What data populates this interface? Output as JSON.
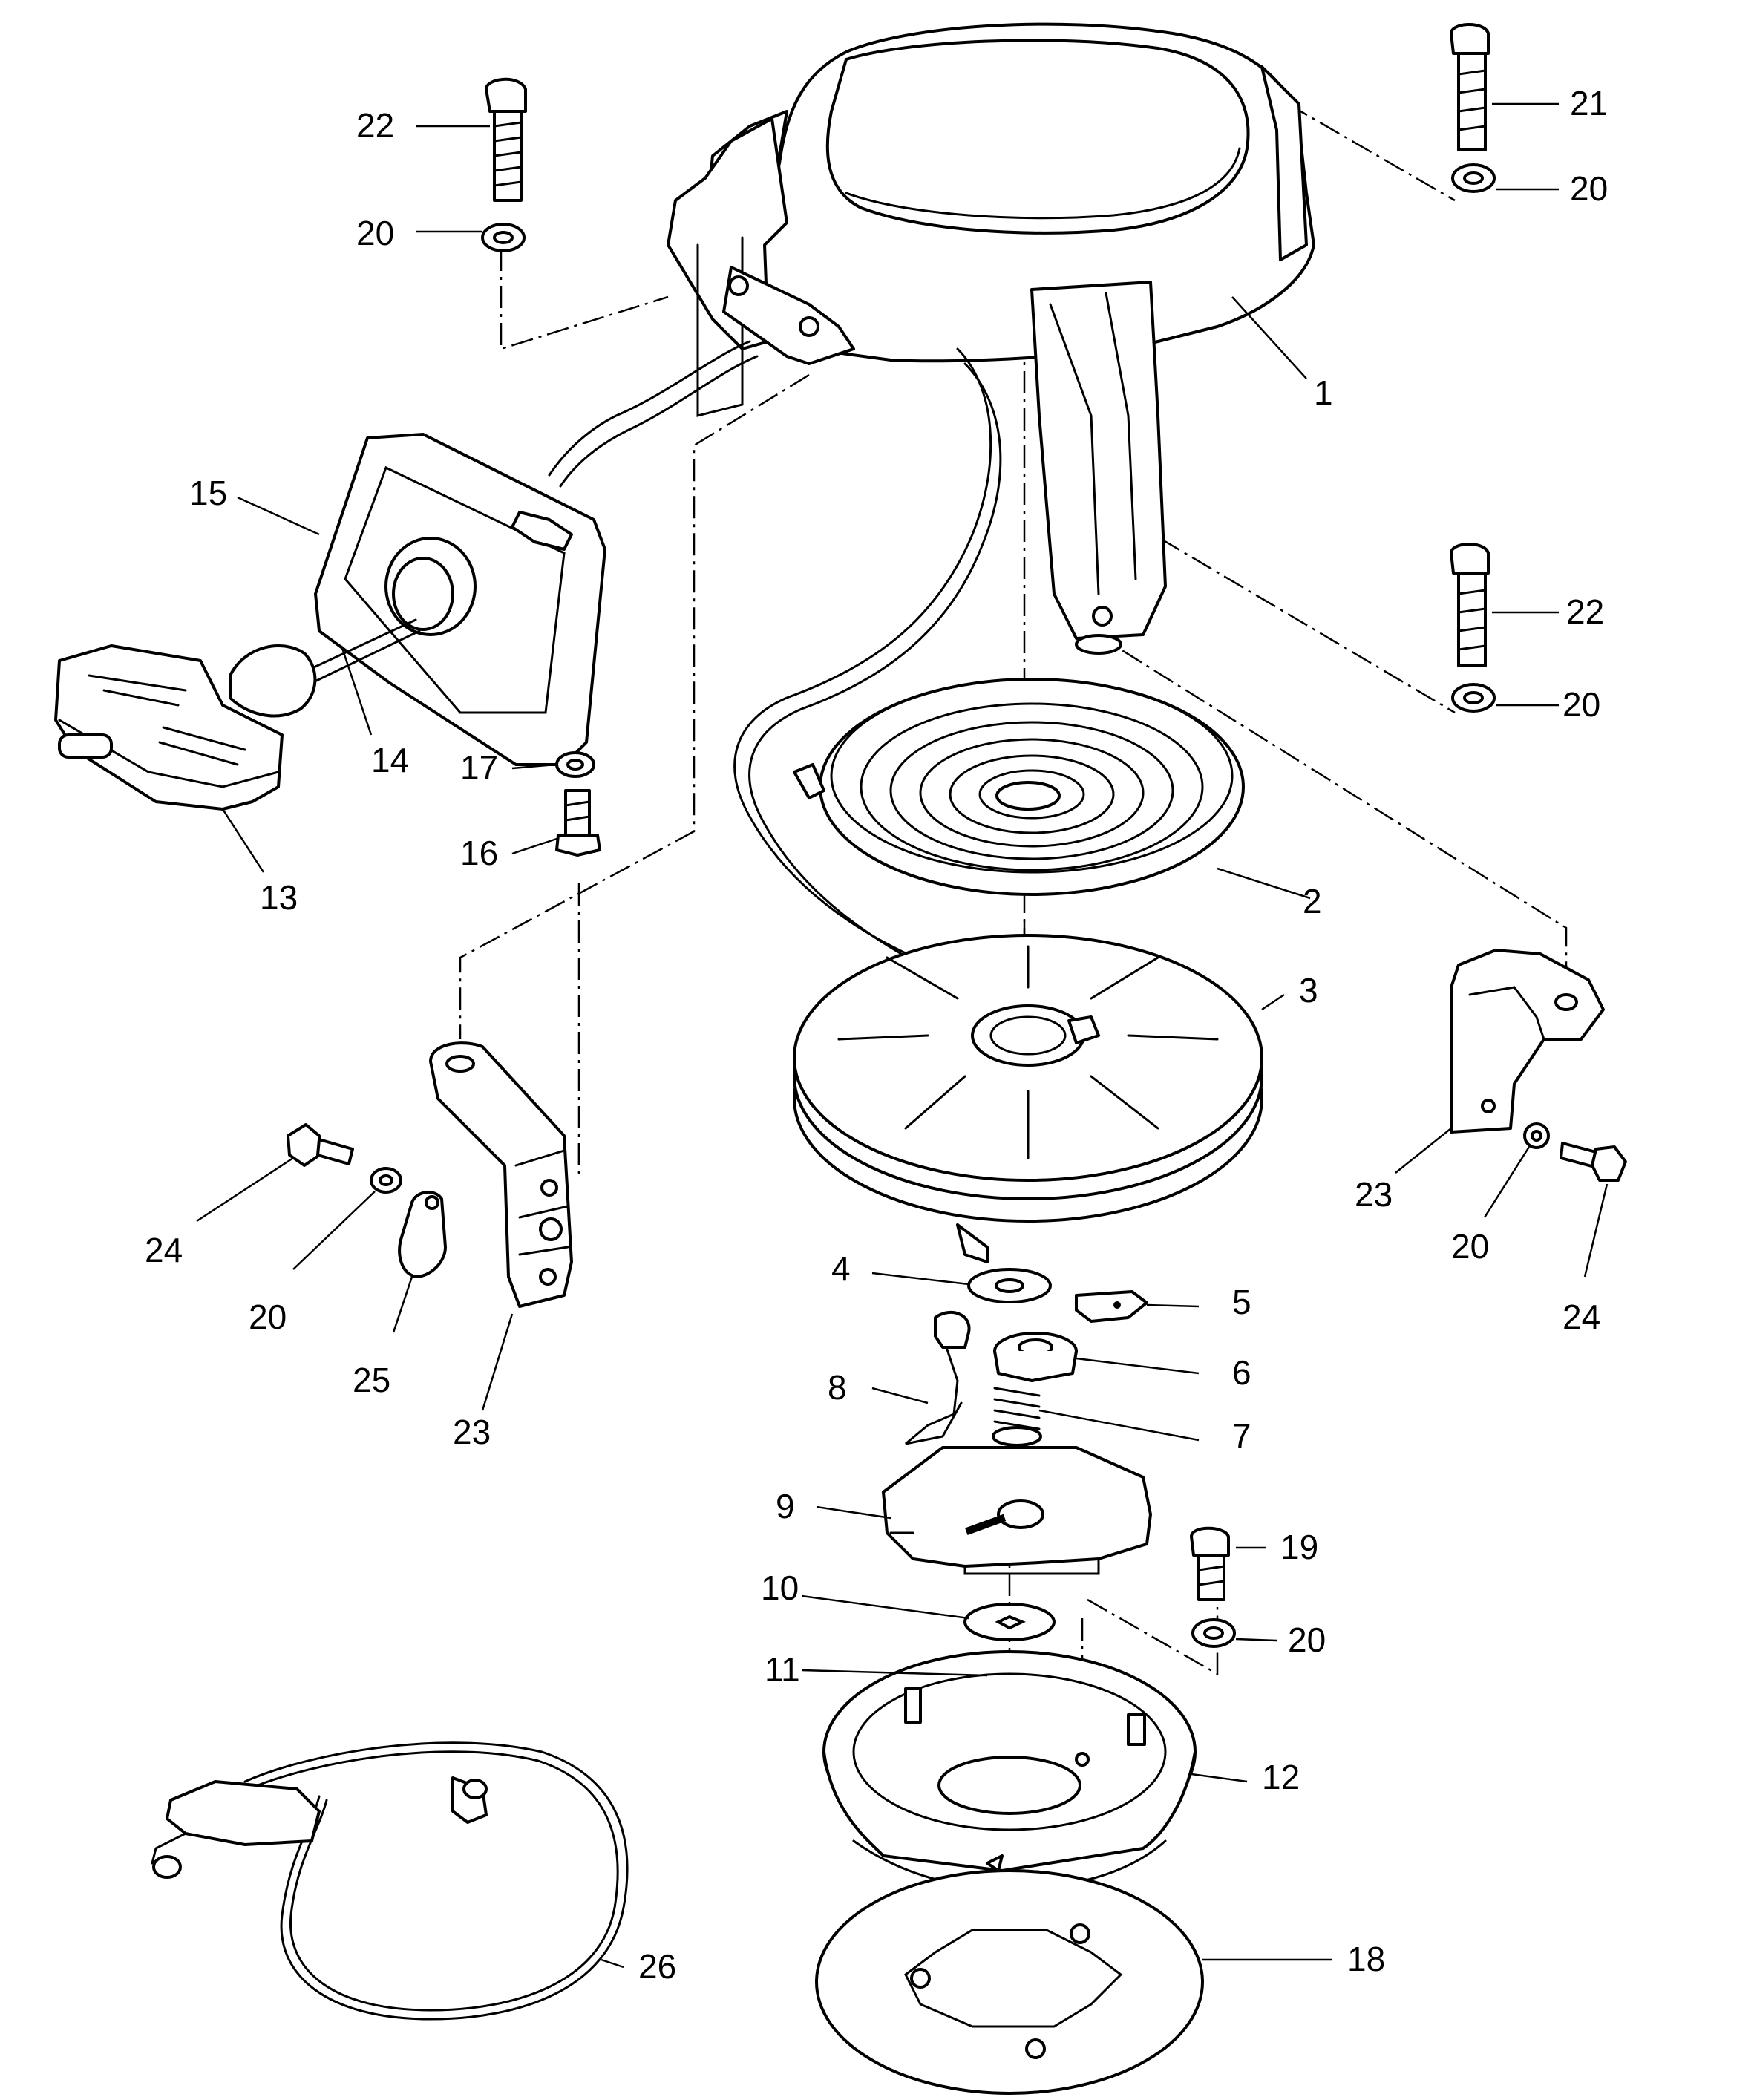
{
  "callouts": {
    "c1": "1",
    "c2": "2",
    "c3": "3",
    "c4": "4",
    "c5": "5",
    "c6": "6",
    "c7": "7",
    "c8": "8",
    "c9": "9",
    "c10": "10",
    "c11": "11",
    "c12": "12",
    "c13": "13",
    "c14": "14",
    "c15": "15",
    "c16": "16",
    "c17": "17",
    "c18": "18",
    "c19": "19",
    "c20a": "20",
    "c20b": "20",
    "c20c": "20",
    "c20d": "20",
    "c20e": "20",
    "c20f": "20",
    "c21": "21",
    "c22a": "22",
    "c22b": "22",
    "c23a": "23",
    "c23b": "23",
    "c24a": "24",
    "c24b": "24",
    "c25": "25",
    "c26": "26"
  }
}
